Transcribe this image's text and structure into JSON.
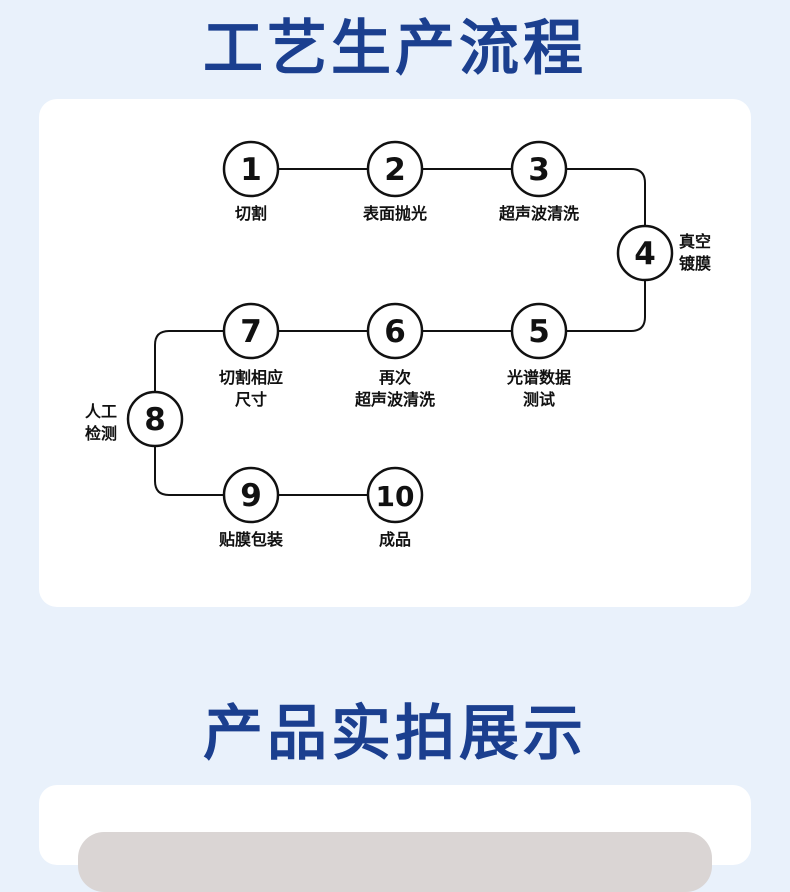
{
  "titles": {
    "process": "工艺生产流程",
    "showcase": "产品实拍展示"
  },
  "steps": [
    {
      "num": "1",
      "label": "切割"
    },
    {
      "num": "2",
      "label": "表面抛光"
    },
    {
      "num": "3",
      "label": "超声波清洗"
    },
    {
      "num": "4",
      "label": "真空\n镀膜"
    },
    {
      "num": "5",
      "label": "光谱数据\n测试"
    },
    {
      "num": "6",
      "label": "再次\n超声波清洗"
    },
    {
      "num": "7",
      "label": "切割相应\n尺寸"
    },
    {
      "num": "8",
      "label": "人工\n检测"
    },
    {
      "num": "9",
      "label": "贴膜包装"
    },
    {
      "num": "10",
      "label": "成品"
    }
  ],
  "colors": {
    "background": "#e9f1fb",
    "title": "#1b3f8f",
    "card": "#ffffff",
    "line": "#111111"
  }
}
